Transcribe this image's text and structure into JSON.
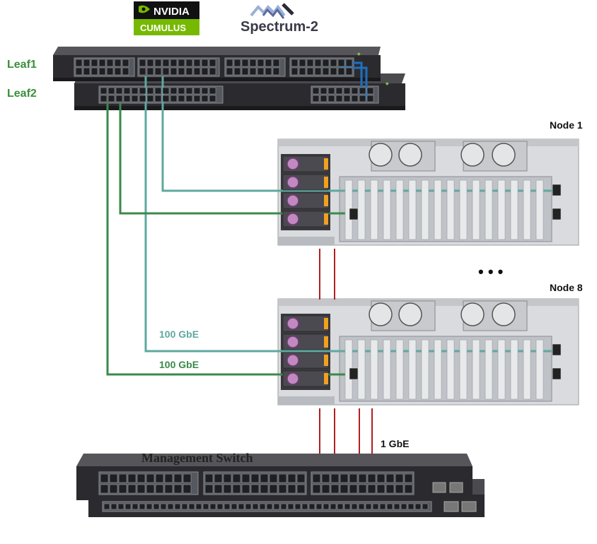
{
  "logos": {
    "vendor": "NVIDIA",
    "os": "CUMULUS",
    "switch_model": "Spectrum-2"
  },
  "leaf_switches": [
    {
      "label": "Leaf1"
    },
    {
      "label": "Leaf2"
    }
  ],
  "nodes": [
    {
      "label": "Node 1"
    },
    {
      "label": "Node 8"
    }
  ],
  "ellipsis": "• • •",
  "link_labels": {
    "leaf1_link": "100 GbE",
    "leaf2_link": "100 GbE",
    "mgmt_link": "1 GbE"
  },
  "management_switch": {
    "label": "Management Switch"
  },
  "colors": {
    "leaf_label": "#3a8f3a",
    "leaf1_cable": "#5fa8a0",
    "leaf2_cable": "#3a8a4a",
    "mgmt_cable": "#b02020",
    "isl_cable": "#1f6fc0",
    "nvidia_green": "#76b900",
    "spectrum_text": "#3a3a4a",
    "chassis_dark": "#2a2a2d",
    "server_body": "#d8dadd"
  }
}
